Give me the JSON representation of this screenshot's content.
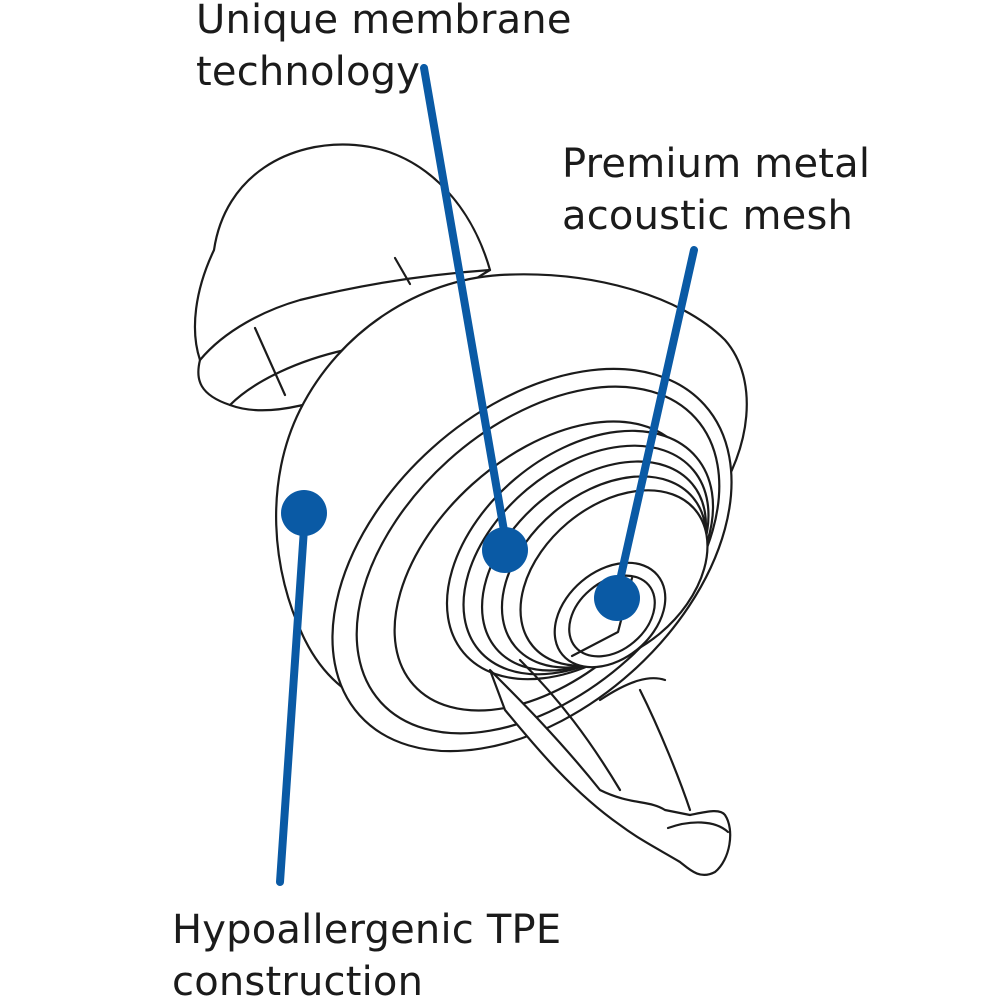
{
  "callouts": [
    {
      "id": "membrane",
      "lines": [
        "Unique membrane",
        "technology"
      ]
    },
    {
      "id": "mesh",
      "lines": [
        "Premium metal",
        "acoustic mesh"
      ]
    },
    {
      "id": "tpe",
      "lines": [
        "Hypoallergenic TPE",
        "construction"
      ]
    }
  ],
  "colors": {
    "accent": "#0a5aa5",
    "outline": "#1b1b1b",
    "background": "#ffffff"
  }
}
